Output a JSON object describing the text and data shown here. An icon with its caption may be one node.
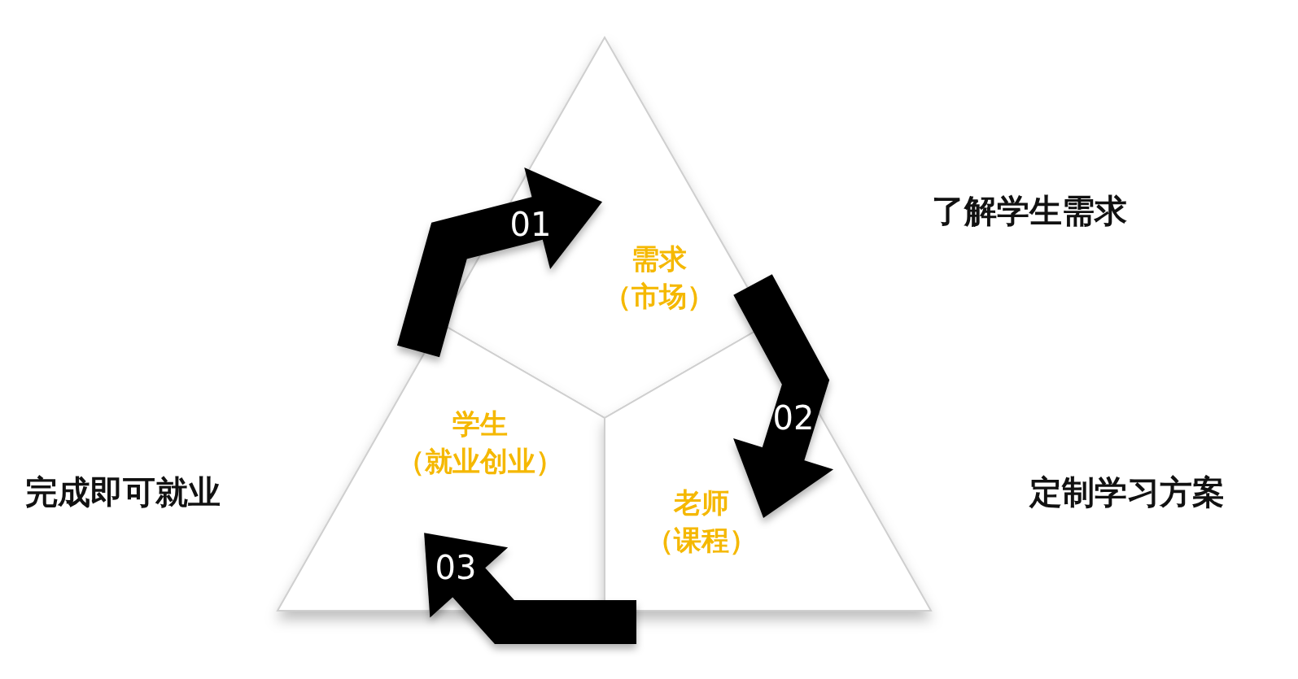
{
  "diagram": {
    "nodes": [
      {
        "text": [
          "需求",
          "（市场）"
        ]
      },
      {
        "text": [
          "学生",
          "（就业创业）"
        ]
      },
      {
        "text": [
          "老师",
          "（课程）"
        ]
      }
    ],
    "edges": [
      {
        "from": 1,
        "to": 0,
        "arrow": "to",
        "label": "01"
      },
      {
        "from": 0,
        "to": 2,
        "arrow": "to",
        "label": "02"
      },
      {
        "from": 2,
        "to": 1,
        "arrow": "to",
        "label": "03"
      }
    ],
    "labels": [
      "了解学生需求",
      "完成即可就业",
      "定制学习方案"
    ]
  }
}
